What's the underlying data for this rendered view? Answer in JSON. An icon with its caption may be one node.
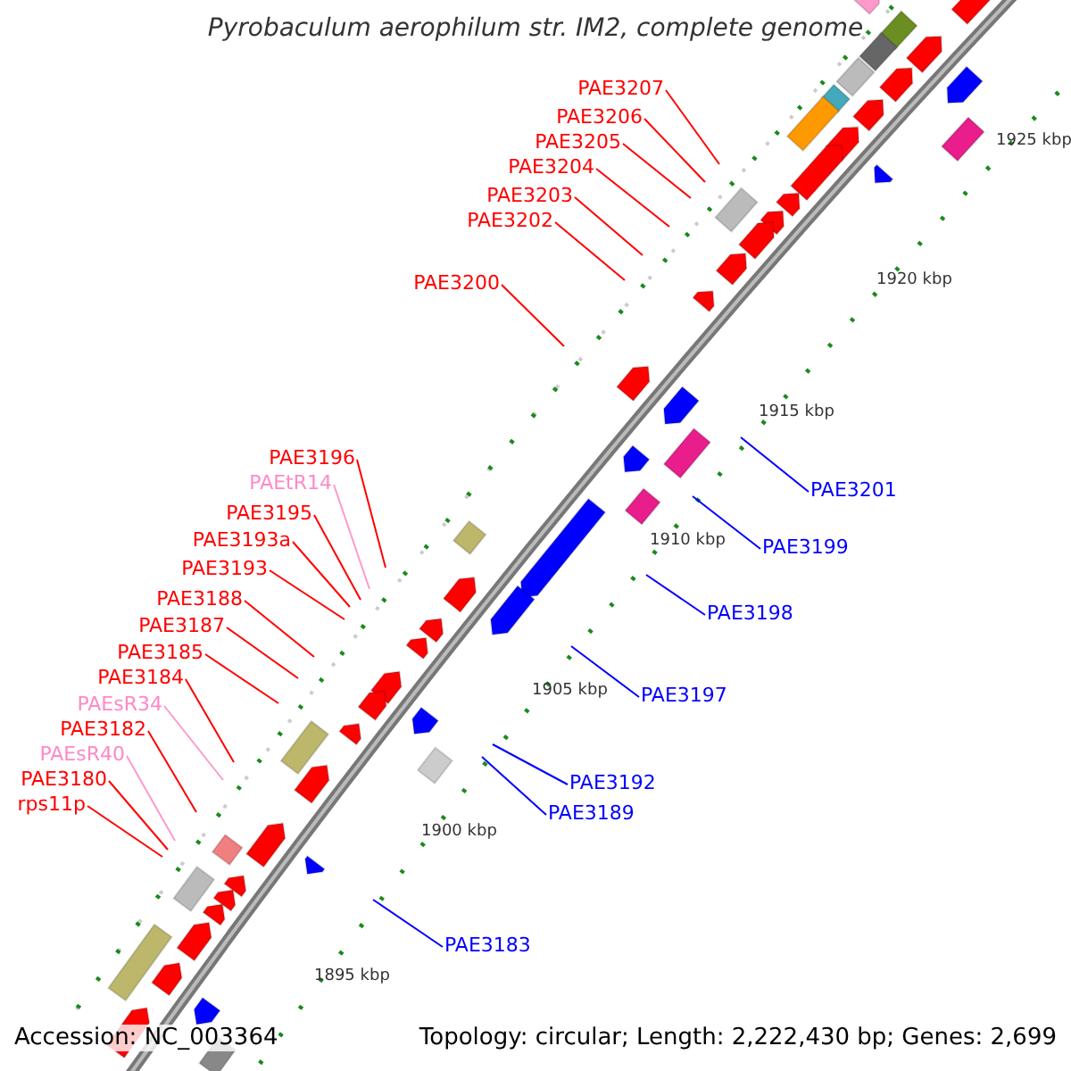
{
  "diagram": {
    "title": "Pyrobaculum aerophilum str. IM2, complete genome",
    "nodes": [
      {
        "text": [
          "PAE3207"
        ]
      },
      {
        "text": [
          "PAE3206"
        ]
      },
      {
        "text": [
          "PAE3205"
        ]
      },
      {
        "text": [
          "PAE3204"
        ]
      },
      {
        "text": [
          "PAE3203"
        ]
      },
      {
        "text": [
          "PAE3202"
        ]
      },
      {
        "text": [
          "PAE3200"
        ]
      },
      {
        "text": [
          "PAE3196"
        ]
      },
      {
        "text": [
          "PAEtR14"
        ]
      },
      {
        "text": [
          "PAE3201"
        ]
      },
      {
        "text": [
          "PAE3195"
        ]
      },
      {
        "text": [
          "PAE3193a"
        ]
      },
      {
        "text": [
          "PAE3199"
        ]
      },
      {
        "text": [
          "PAE3193"
        ]
      },
      {
        "text": [
          "PAE3188"
        ]
      },
      {
        "text": [
          "PAE3198"
        ]
      },
      {
        "text": [
          "PAE3187"
        ]
      },
      {
        "text": [
          "PAE3185"
        ]
      },
      {
        "text": [
          "PAE3184"
        ]
      },
      {
        "text": [
          "PAE3197"
        ]
      },
      {
        "text": [
          "PAEsR34"
        ]
      },
      {
        "text": [
          "PAE3182"
        ]
      },
      {
        "text": [
          "PAEsR40"
        ]
      },
      {
        "text": [
          "PAE3180"
        ]
      },
      {
        "text": [
          "PAE3192"
        ]
      },
      {
        "text": [
          "rps11p"
        ]
      },
      {
        "text": [
          "PAE3189"
        ]
      },
      {
        "text": [
          "PAE3183"
        ]
      }
    ],
    "edges": [
      {
        "from": 0,
        "to": null,
        "arrow": "none"
      },
      {
        "from": 1,
        "to": null,
        "arrow": "none"
      },
      {
        "from": 2,
        "to": null,
        "arrow": "none"
      },
      {
        "from": 3,
        "to": null,
        "arrow": "none"
      },
      {
        "from": 4,
        "to": null,
        "arrow": "none"
      },
      {
        "from": 5,
        "to": null,
        "arrow": "none"
      },
      {
        "from": 6,
        "to": null,
        "arrow": "none"
      },
      {
        "from": 7,
        "to": null,
        "arrow": "none"
      },
      {
        "from": 8,
        "to": null,
        "arrow": "none",
        "color": "#ff99cc"
      },
      {
        "from": 9,
        "to": null,
        "arrow": "none",
        "color": "#0000ff"
      },
      {
        "from": 10,
        "to": null,
        "arrow": "none"
      },
      {
        "from": 11,
        "to": null,
        "arrow": "none"
      },
      {
        "from": 12,
        "to": null,
        "arrow": "none",
        "color": "#0000ff"
      },
      {
        "from": 13,
        "to": null,
        "arrow": "none"
      },
      {
        "from": 14,
        "to": null,
        "arrow": "none"
      },
      {
        "from": 15,
        "to": null,
        "arrow": "none",
        "color": "#0000ff"
      },
      {
        "from": 16,
        "to": null,
        "arrow": "none"
      },
      {
        "from": 17,
        "to": null,
        "arrow": "none"
      },
      {
        "from": 18,
        "to": null,
        "arrow": "none"
      },
      {
        "from": 19,
        "to": null,
        "arrow": "none",
        "color": "#0000ff"
      },
      {
        "from": 20,
        "to": null,
        "arrow": "none",
        "color": "#ff99cc"
      },
      {
        "from": 21,
        "to": null,
        "arrow": "none"
      },
      {
        "from": 22,
        "to": null,
        "arrow": "none",
        "color": "#ff99cc"
      },
      {
        "from": 23,
        "to": null,
        "arrow": "none"
      },
      {
        "from": 24,
        "to": null,
        "arrow": "none",
        "color": "#0000ff"
      },
      {
        "from": 25,
        "to": null,
        "arrow": "none"
      },
      {
        "from": 26,
        "to": null,
        "arrow": "none",
        "color": "#0000ff"
      },
      {
        "from": 27,
        "to": null,
        "arrow": "none",
        "color": "#0000ff"
      }
    ],
    "labels": [
      "1925 kbp",
      "1920 kbp",
      "1915 kbp",
      "1910 kbp",
      "1905 kbp",
      "1900 kbp",
      "1895 kbp",
      "Accession: NC_003364",
      "Topology: circular; Length: 2,222,430 bp; Genes: 2,699"
    ]
  }
}
